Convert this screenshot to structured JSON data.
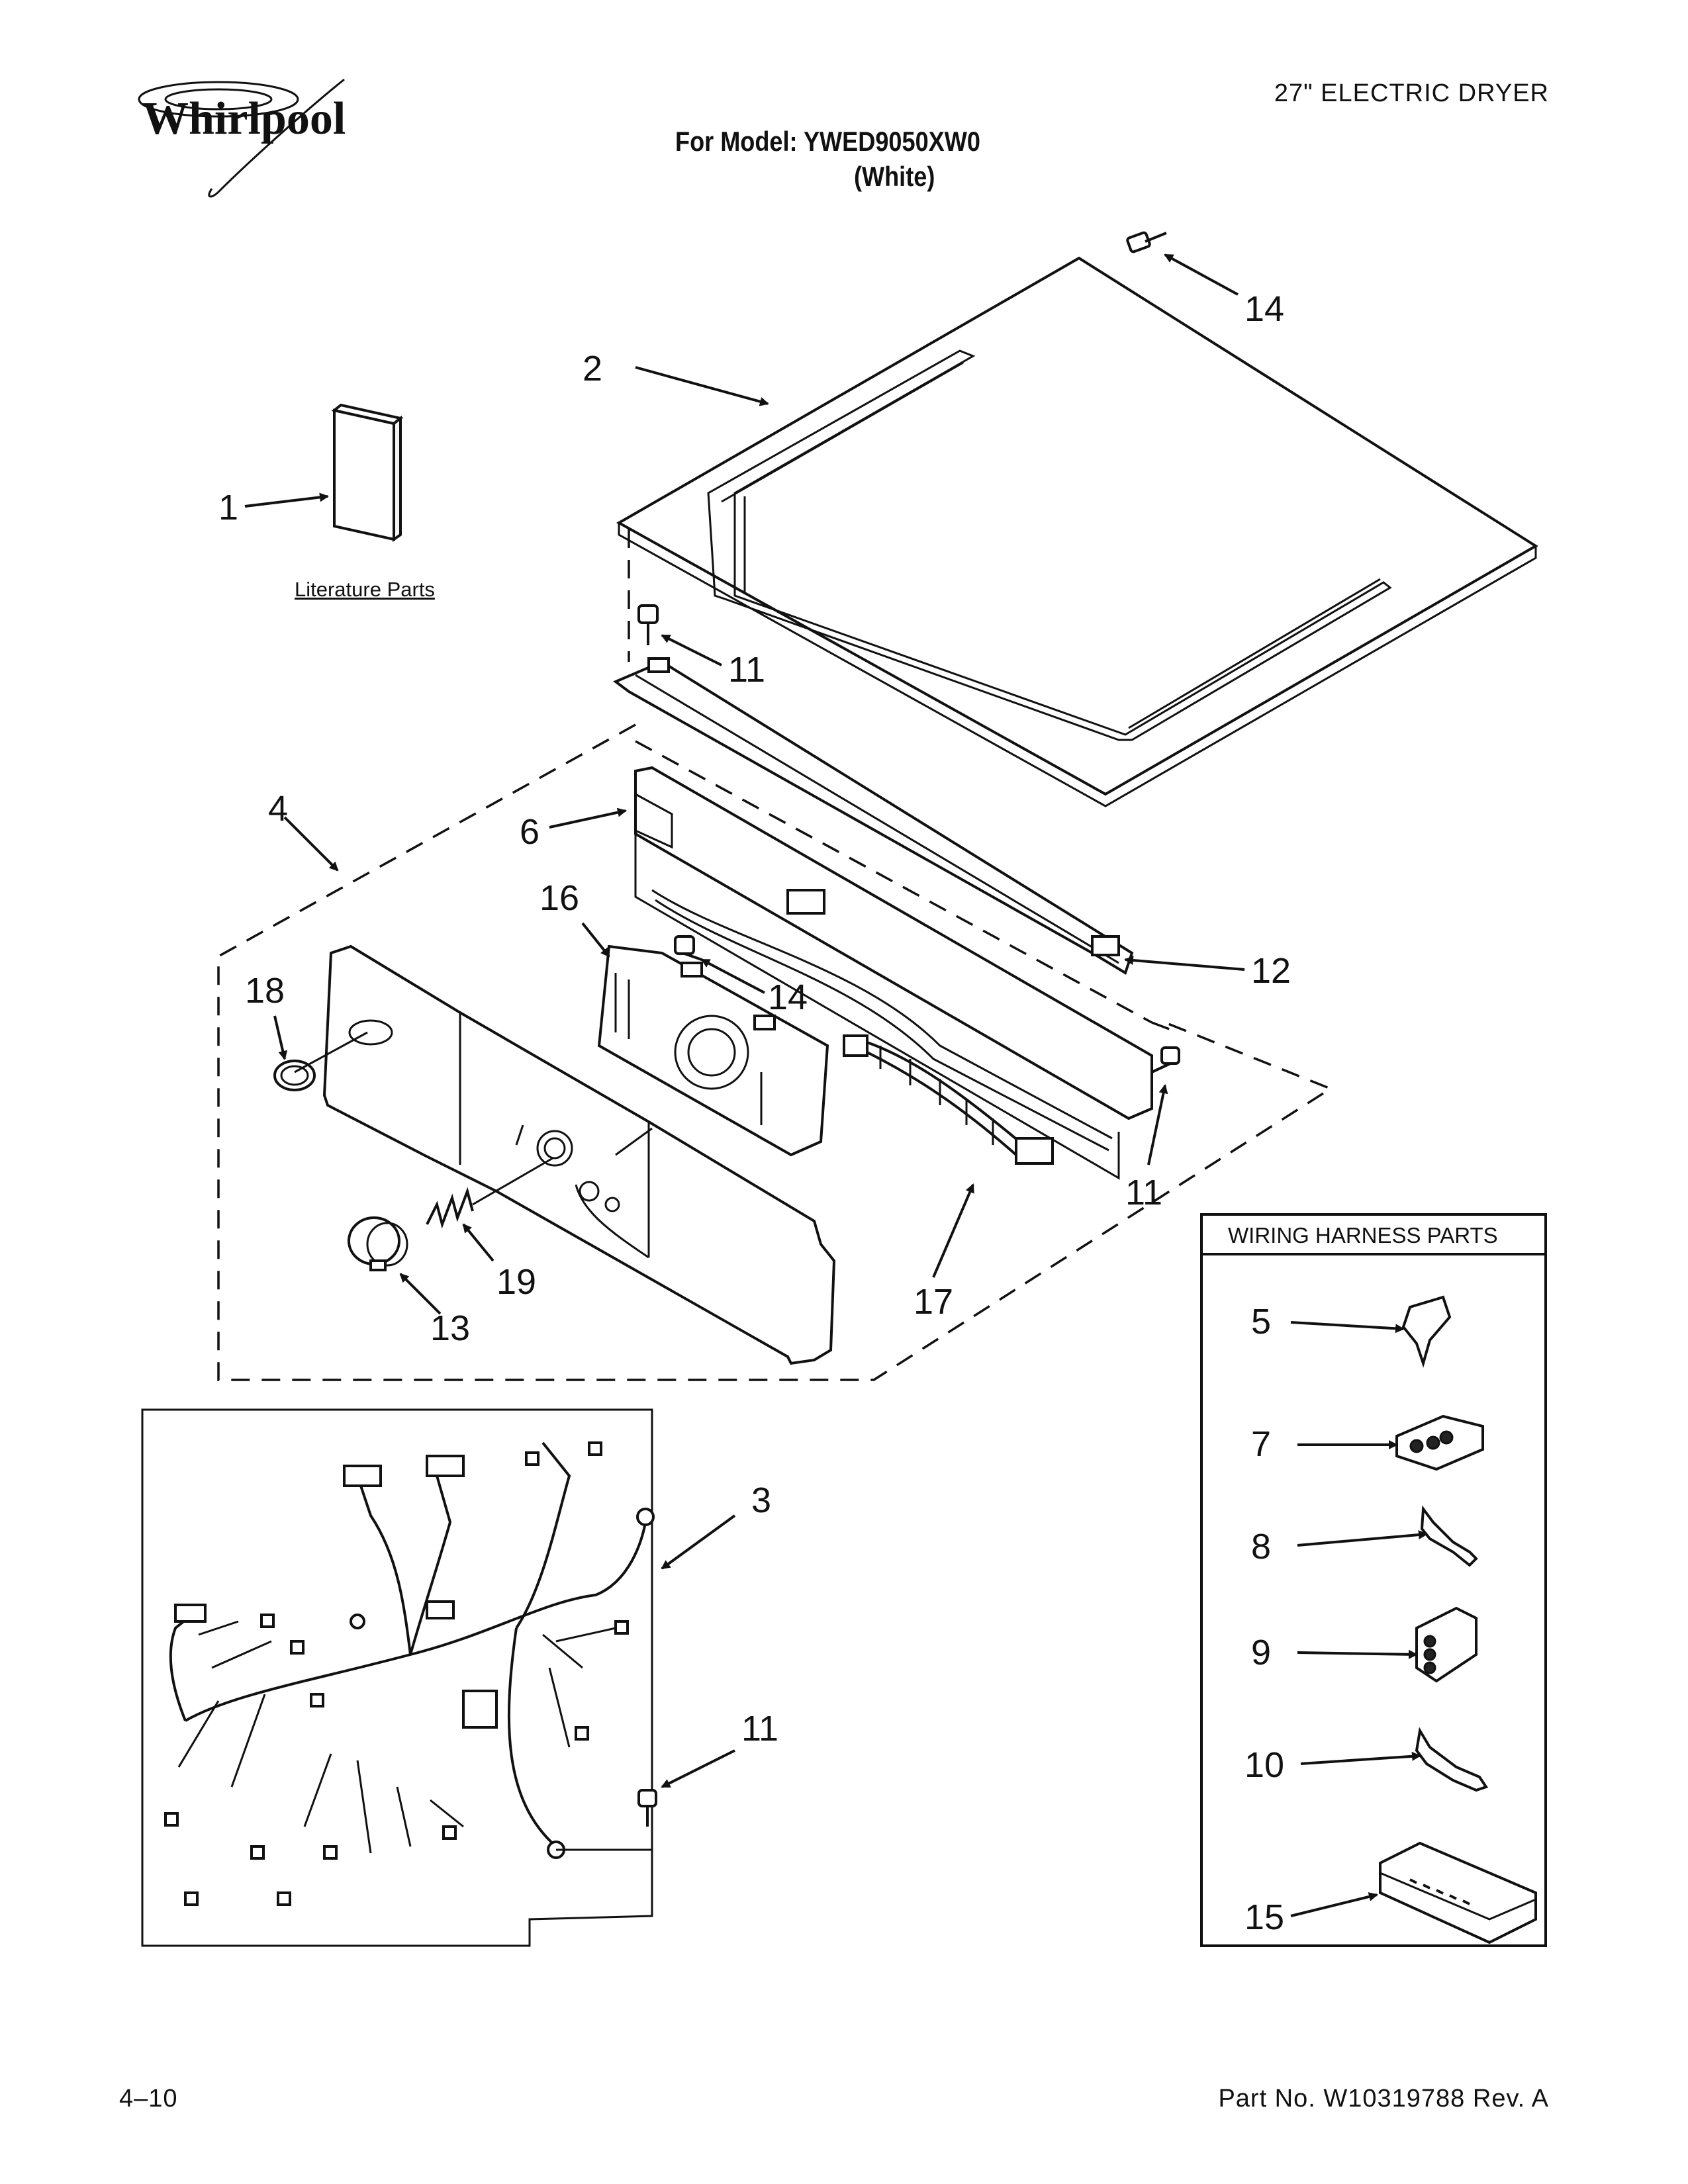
{
  "header": {
    "brand": "Whirlpool",
    "product": "27\" ELECTRIC DRYER",
    "model_line": "For Model: YWED9050XW0",
    "color_line": "(White)"
  },
  "labels": {
    "literature": "Literature Parts",
    "wiring_box_title": "WIRING HARNESS PARTS"
  },
  "callouts": {
    "c1": "1",
    "c2": "2",
    "c3": "3",
    "c4": "4",
    "c5": "5",
    "c6": "6",
    "c7": "7",
    "c8": "8",
    "c9": "9",
    "c10": "10",
    "c11a": "11",
    "c11b": "11",
    "c11c": "11",
    "c12": "12",
    "c13": "13",
    "c14a": "14",
    "c14b": "14",
    "c15": "15",
    "c16": "16",
    "c17": "17",
    "c18": "18",
    "c19": "19"
  },
  "footer": {
    "page": "4–10",
    "part_no": "Part No. W10319788 Rev. A"
  }
}
